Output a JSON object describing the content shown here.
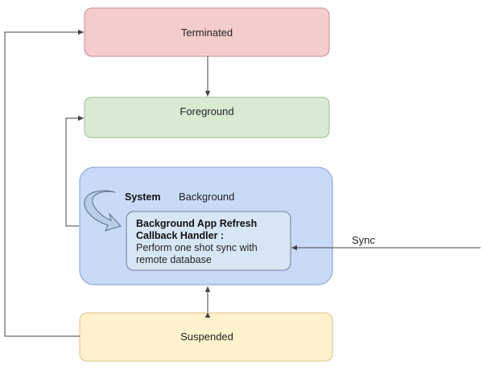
{
  "states": {
    "terminated": {
      "label": "Terminated",
      "fill": "#f4cccc",
      "stroke": "#c98b8b"
    },
    "foreground": {
      "label": "Foreground",
      "fill": "#d9ead3",
      "stroke": "#9dbf92"
    },
    "background": {
      "label": "Background",
      "fill": "#c9daf8",
      "stroke": "#7f9fd1"
    },
    "suspended": {
      "label": "Suspended",
      "fill": "#fff2cc",
      "stroke": "#d8c488"
    }
  },
  "system": {
    "label": "System",
    "arrow_fill": "#b7cdea"
  },
  "handler": {
    "title_line1": "Background App Refresh",
    "title_line2": "Callback Handler :",
    "body_line1": "Perform one shot sync with",
    "body_line2": "remote database",
    "fill": "#d7e6f5",
    "stroke": "#6f7f92"
  },
  "sync": {
    "label": "Sync"
  },
  "edge_color": "#444444"
}
